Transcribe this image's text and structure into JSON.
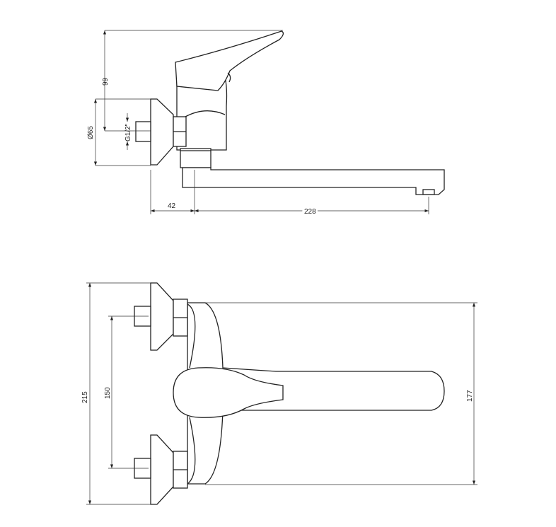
{
  "side_view": {
    "dimensions": {
      "height_above_axis": "99",
      "flange_diameter": "Ø65",
      "thread": "G1/2\"",
      "wall_to_spout": "42",
      "spout_reach": "228"
    }
  },
  "top_view": {
    "dimensions": {
      "overall_height": "215",
      "connection_spacing": "150",
      "body_height": "177"
    }
  }
}
